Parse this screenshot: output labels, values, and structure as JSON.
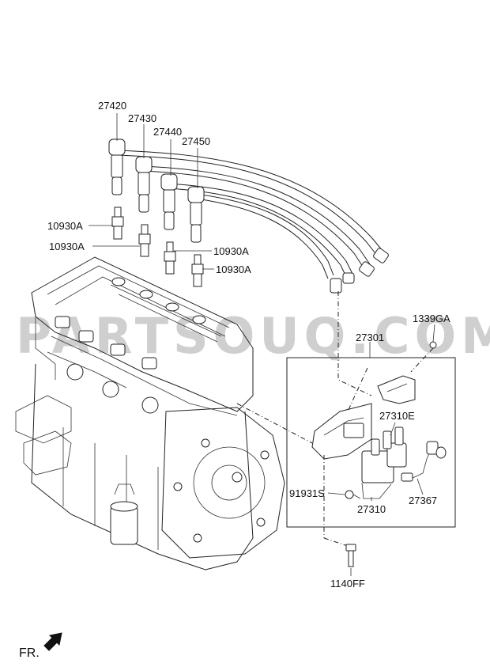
{
  "watermark": "PARTSOUQ.COM",
  "orientation": {
    "label": "FR.",
    "icon": "front-arrow-icon"
  },
  "labels": {
    "wire_1": "27420",
    "wire_2": "27430",
    "wire_3": "27440",
    "wire_4": "27450",
    "plug_1": "10930A",
    "plug_2": "10930A",
    "plug_3": "10930A",
    "plug_4": "10930A",
    "bolt_nut": "1339GA",
    "coil_assembly": "27301",
    "coil_sub": "27310E",
    "bracket_screw": "91931S",
    "coil": "27310",
    "connector": "27367",
    "bolt": "1140FF"
  }
}
